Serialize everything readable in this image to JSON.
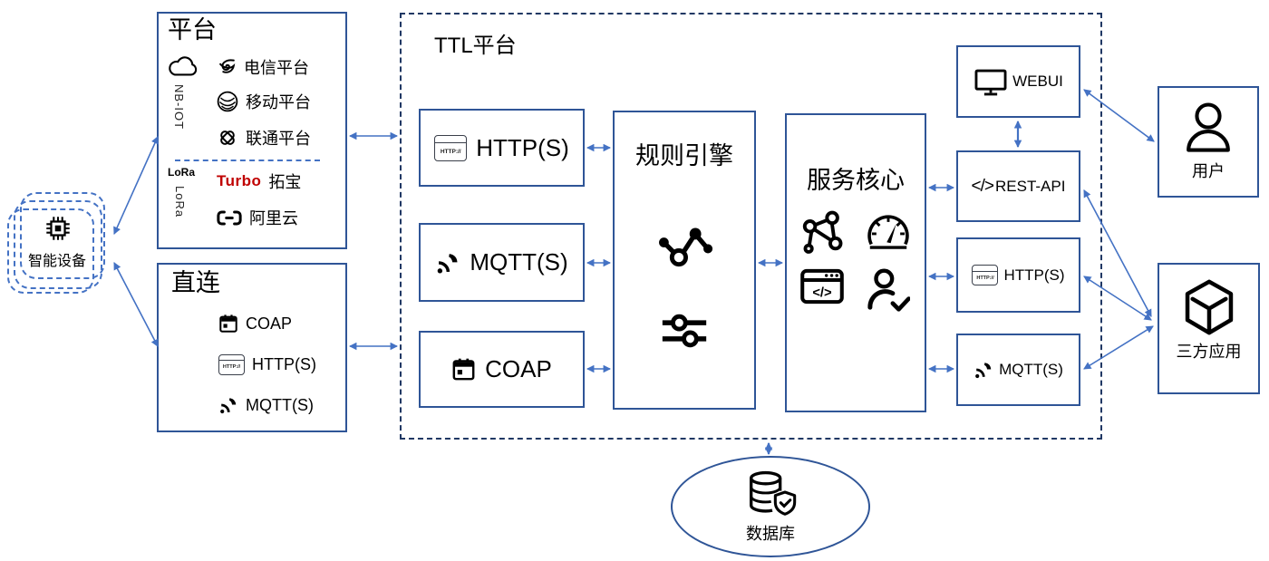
{
  "colors": {
    "arrow_accent": "#4472C4",
    "box_border": "#2F5597",
    "ttl_dash_border": "#203864",
    "turbo_red": "#C00000"
  },
  "device": {
    "label": "智能设备"
  },
  "platform": {
    "title": "平台",
    "nb_iot": "NB-IOT",
    "rows": [
      {
        "label": "电信平台"
      },
      {
        "label": "移动平台"
      },
      {
        "label": "联通平台"
      }
    ],
    "lora_badge": "LoRa",
    "lora_vertical": "LoRa",
    "lora_rows": [
      {
        "brand": "Turbo",
        "label": "拓宝"
      },
      {
        "label": "阿里云"
      }
    ]
  },
  "direct": {
    "title": "直连",
    "rows": [
      {
        "label": "COAP"
      },
      {
        "label": "HTTP(S)"
      },
      {
        "label": "MQTT(S)"
      }
    ]
  },
  "ttl": {
    "title": "TTL平台",
    "inputs": [
      {
        "label": "HTTP(S)"
      },
      {
        "label": "MQTT(S)"
      },
      {
        "label": "COAP"
      }
    ],
    "rule_engine": {
      "title": "规则引擎"
    },
    "service_core": {
      "title": "服务核心"
    },
    "outputs": [
      {
        "label": "WEBUI"
      },
      {
        "label": "REST-API",
        "glyph": "</>"
      },
      {
        "label": "HTTP(S)"
      },
      {
        "label": "MQTT(S)"
      }
    ]
  },
  "user": {
    "label": "用户"
  },
  "third_party": {
    "label": "三方应用"
  },
  "database": {
    "label": "数据库"
  },
  "icons": {
    "http_text": "HTTP://",
    "code_glyph": "</>"
  }
}
